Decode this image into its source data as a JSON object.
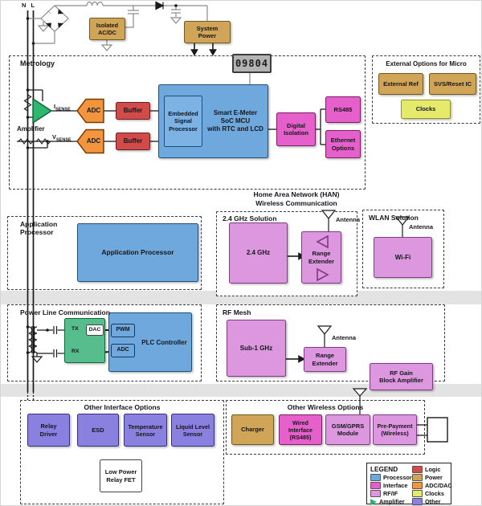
{
  "top": {
    "nl": "N L",
    "isolated_acdc": "Isolated\nAC/DC",
    "system_power": "System\nPower"
  },
  "metrology": {
    "title": "Metrology",
    "lcd_value": "09804",
    "amplifier": "Amplifier",
    "i_prefix": "I",
    "v_prefix": "V",
    "sense": "SENSE",
    "adc1": "ADC",
    "adc2": "ADC",
    "buffer1": "Buffer",
    "buffer2": "Buffer",
    "esp": "Embedded\nSignal\nProcessor",
    "soc": "Smart E-Meter\nSoC MCU\nwith RTC and LCD",
    "digital_isolation": "Digital\nIsolation",
    "rs485": "RS485",
    "ethernet_options": "Ethernet\nOptions"
  },
  "external_options": {
    "title": "External Options for Micro",
    "external_ref": "External Ref",
    "svs_reset": "SVS/Reset IC",
    "clocks": "Clocks"
  },
  "han": {
    "title_line1": "Home Area Network (HAN)",
    "title_line2": "Wireless Communication",
    "sol24": {
      "title": "2.4 GHz Solution",
      "radio": "2.4 GHz",
      "range_extender": "Range\nExtender",
      "antenna": "Antenna"
    },
    "wlan": {
      "title": "WLAN Solution",
      "wifi": "Wi-Fi",
      "antenna": "Antenna"
    }
  },
  "app_processor": {
    "side_label": "Application\nProcessor",
    "box": "Application Processor"
  },
  "plc": {
    "title": "Power Line Communication",
    "tx": "TX",
    "rx": "RX",
    "dac": "DAC",
    "pwm": "PWM",
    "adc": "ADC",
    "controller": "PLC Controller"
  },
  "rf_mesh": {
    "title": "RF Mesh",
    "radio": "Sub-1 GHz",
    "range_extender": "Range\nExtender",
    "antenna": "Antenna"
  },
  "rf_gain": "RF Gain\nBlock Amplifier",
  "other_interface": {
    "title": "Other Interface Options",
    "relay_driver": "Relay\nDriver",
    "esd": "ESD",
    "temp_sensor": "Temperature\nSensor",
    "liquid_sensor": "Liquid Level\nSensor",
    "low_power_fet": "Low Power\nRelay FET"
  },
  "other_wireless": {
    "title": "Other Wireless Options",
    "charger": "Charger",
    "wired_interface": "Wired\nInterface\n(RS485)",
    "gsm": "GSM/GPRS\nModule",
    "prepayment": "Pre-Payment\n(Wireless)"
  },
  "legend": {
    "title": "LEGEND",
    "items": [
      {
        "label": "Processor",
        "color": "#6FA8DC"
      },
      {
        "label": "Interface",
        "color": "#E660CB"
      },
      {
        "label": "RF/IF",
        "color": "#DD97DF"
      },
      {
        "label": "Amplifier",
        "color": "#27B569"
      },
      {
        "label": "Logic",
        "color": "#D14B4B"
      },
      {
        "label": "Power",
        "color": "#D0A557"
      },
      {
        "label": "ADC/DAC",
        "color": "#F2953F"
      },
      {
        "label": "Clocks",
        "color": "#E6EA6C"
      },
      {
        "label": "Other",
        "color": "#8A80E0"
      }
    ]
  }
}
